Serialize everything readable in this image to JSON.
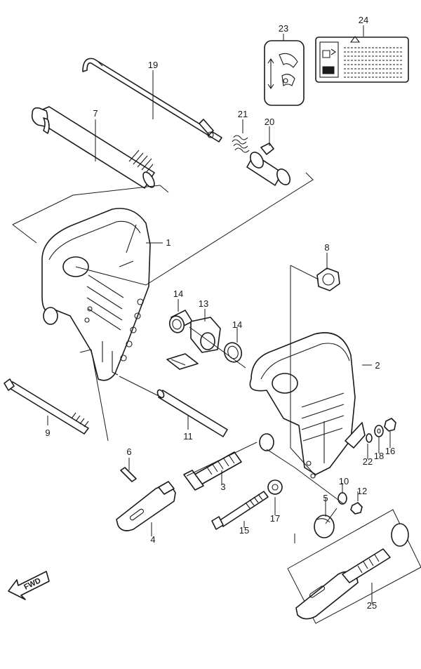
{
  "diagram": {
    "callouts": {
      "p1": "1",
      "p2": "2",
      "p3": "3",
      "p4": "4",
      "p5": "5",
      "p6": "6",
      "p7": "7",
      "p8": "8",
      "p9": "9",
      "p10": "10",
      "p11": "11",
      "p12": "12",
      "p13": "13",
      "p14a": "14",
      "p14b": "14",
      "p15": "15",
      "p16": "16",
      "p17": "17",
      "p18": "18",
      "p19": "19",
      "p20": "20",
      "p21": "21",
      "p22": "22",
      "p23": "23",
      "p24": "24",
      "p25": "25"
    },
    "fwd_label": "FWD"
  }
}
